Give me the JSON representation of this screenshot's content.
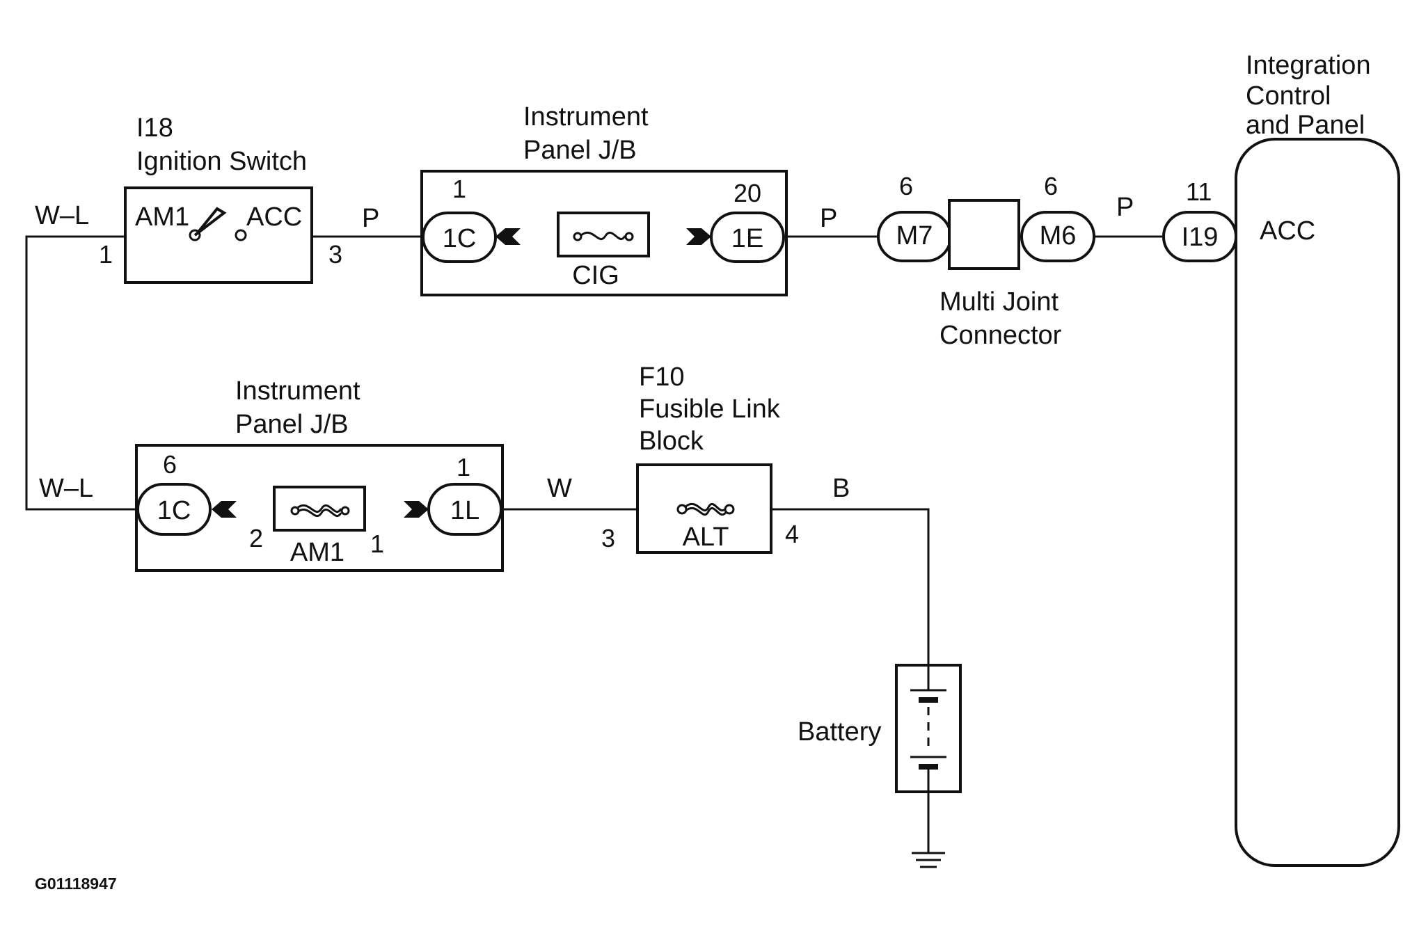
{
  "ignition_switch": {
    "code": "I18",
    "name": "Ignition Switch",
    "terminal_left": "AM1",
    "terminal_right": "ACC",
    "pin_in": "1",
    "pin_out": "3"
  },
  "instrument_jb_top": {
    "title_line1": "Instrument",
    "title_line2": "Panel J/B",
    "left_connector": "1C",
    "left_pin": "1",
    "right_connector": "1E",
    "right_pin": "20",
    "fuse": "CIG"
  },
  "multi_joint_connector": {
    "title_line1": "Multi Joint",
    "title_line2": "Connector",
    "left_connector": "M7",
    "left_pin": "6",
    "right_connector": "M6",
    "right_pin": "6"
  },
  "integration_control": {
    "title_line1": "Integration",
    "title_line2": "Control",
    "title_line3": "and Panel",
    "connector": "I19",
    "pin": "11",
    "terminal": "ACC"
  },
  "instrument_jb_bottom": {
    "title_line1": "Instrument",
    "title_line2": "Panel J/B",
    "left_connector": "1C",
    "left_pin": "6",
    "right_connector": "1L",
    "right_pin": "1",
    "fuse": "AM1",
    "fuse_pin_left": "2",
    "fuse_pin_right": "1"
  },
  "fusible_link_block": {
    "code": "F10",
    "title_line1": "Fusible Link",
    "title_line2": "Block",
    "fuse": "ALT",
    "pin_in": "3",
    "pin_out": "4"
  },
  "battery": {
    "label": "Battery"
  },
  "wires": {
    "wl_top": "W–L",
    "wl_bottom": "W–L",
    "p_switch_jb": "P",
    "p_jb_mjc": "P",
    "p_mjc_icp": "P",
    "w_jb_fl": "W",
    "b_fl_batt": "B"
  },
  "figure_code": "G01118947"
}
